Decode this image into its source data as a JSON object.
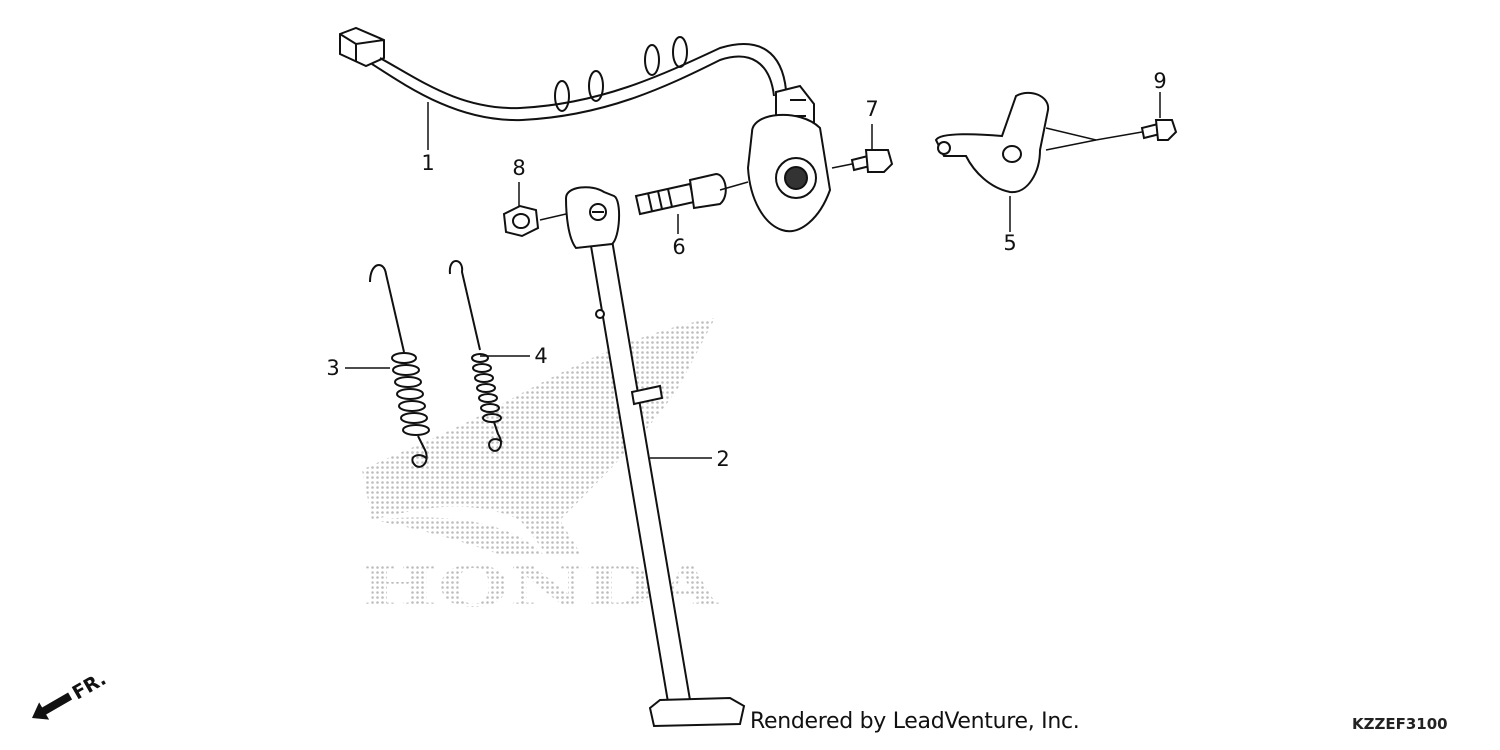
{
  "diagram": {
    "callouts": [
      {
        "number": "1",
        "part": "side-stand-switch"
      },
      {
        "number": "2",
        "part": "side-stand"
      },
      {
        "number": "3",
        "part": "outer-spring"
      },
      {
        "number": "4",
        "part": "inner-spring"
      },
      {
        "number": "5",
        "part": "switch-bracket"
      },
      {
        "number": "6",
        "part": "pivot-bolt"
      },
      {
        "number": "7",
        "part": "switch-bolt"
      },
      {
        "number": "8",
        "part": "lock-nut"
      },
      {
        "number": "9",
        "part": "bracket-bolt"
      }
    ],
    "watermark": "HONDA",
    "direction_indicator": "FR."
  },
  "footer": {
    "credit": "Rendered by LeadVenture, Inc.",
    "diagram_code": "KZZEF3100"
  },
  "colors": {
    "line": "#111111",
    "watermark": "#c8c8c8",
    "background": "#ffffff"
  }
}
